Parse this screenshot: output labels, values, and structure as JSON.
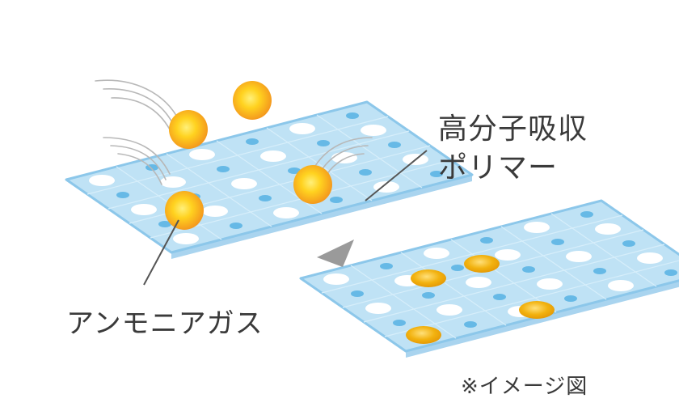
{
  "labels": {
    "polymer_line1": "高分子吸収",
    "polymer_line2": "ポリマー",
    "ammonia": "アンモニアガス",
    "note": "※イメージ図"
  },
  "colors": {
    "sheet_fill": "#bfe2f5",
    "sheet_edge": "#8cc7ea",
    "sheet_side": "#a9d4ef",
    "dot": "#66b9e6",
    "hole": "#ffffff",
    "gas_outer": "#f49a1e",
    "gas_inner": "#ffd21f",
    "absorbed": "#f2b20f",
    "pointer": "#555555",
    "arrow": "#9a9a9a",
    "motion_lines": "#b5b5b5"
  }
}
